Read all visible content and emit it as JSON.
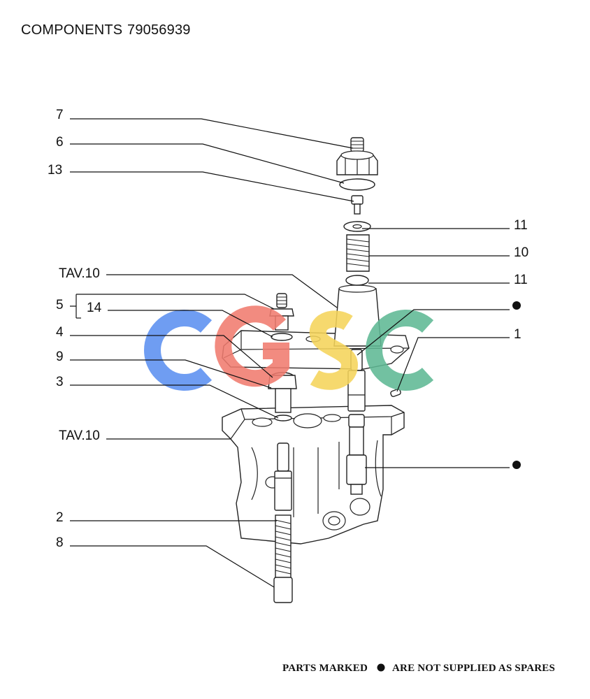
{
  "header": {
    "title": "COMPONENTS",
    "code": "79056939"
  },
  "callouts": {
    "c7": "7",
    "c6": "6",
    "c13": "13",
    "c11a": "11",
    "c10": "10",
    "c11b": "11",
    "tav_a": "TAV.10",
    "c5": "5",
    "c14": "14",
    "c4": "4",
    "c9": "9",
    "c3": "3",
    "tav_b": "TAV.10",
    "c1": "1",
    "c2": "2",
    "c8": "8"
  },
  "footer": {
    "prefix": "PARTS MARKED",
    "suffix": "ARE NOT SUPPLIED AS SPARES"
  },
  "watermark": {
    "text": "CGSC",
    "colors": [
      "#5b8ff0",
      "#f07b6e",
      "#f5d45a",
      "#5fb894"
    ]
  }
}
